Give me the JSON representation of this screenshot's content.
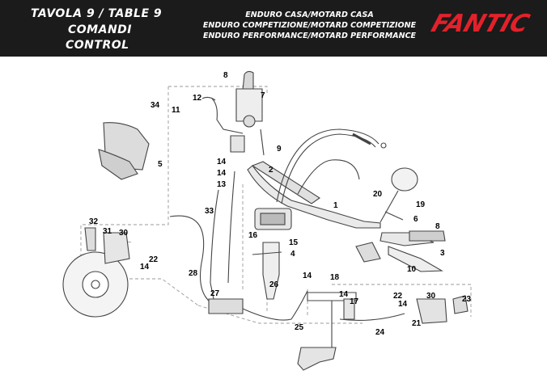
{
  "header": {
    "title_line1": "TAVOLA 9  /  TABLE 9",
    "title_line2": "COMANDI",
    "title_line3": "CONTROL",
    "models": [
      "ENDURO CASA/MOTARD CASA",
      "ENDURO COMPETIZIONE/MOTARD COMPETIZIONE",
      "ENDURO PERFORMANCE/MOTARD PERFORMANCE"
    ],
    "brand": "FANTIC"
  },
  "colors": {
    "header_bg": "#1b1b1b",
    "brand": "#e3212a",
    "line": "#444444",
    "dashed": "#999999"
  },
  "callouts": {
    "c1": "1",
    "c2": "2",
    "c3": "3",
    "c4": "4",
    "c5": "5",
    "c6": "6",
    "c7": "7",
    "c8a": "8",
    "c8b": "8",
    "c9": "9",
    "c10": "10",
    "c11": "11",
    "c12": "12",
    "c13": "13",
    "c14a": "14",
    "c14b": "14",
    "c14c": "14",
    "c14d": "14",
    "c14e": "14",
    "c14f": "14",
    "c15": "15",
    "c16": "16",
    "c17": "17",
    "c18": "18",
    "c19": "19",
    "c20": "20",
    "c21": "21",
    "c22a": "22",
    "c22b": "22",
    "c23": "23",
    "c24": "24",
    "c25": "25",
    "c26": "26",
    "c27": "27",
    "c28": "28",
    "c30a": "30",
    "c30b": "30",
    "c31": "31",
    "c32": "32",
    "c33": "33",
    "c34": "34"
  }
}
